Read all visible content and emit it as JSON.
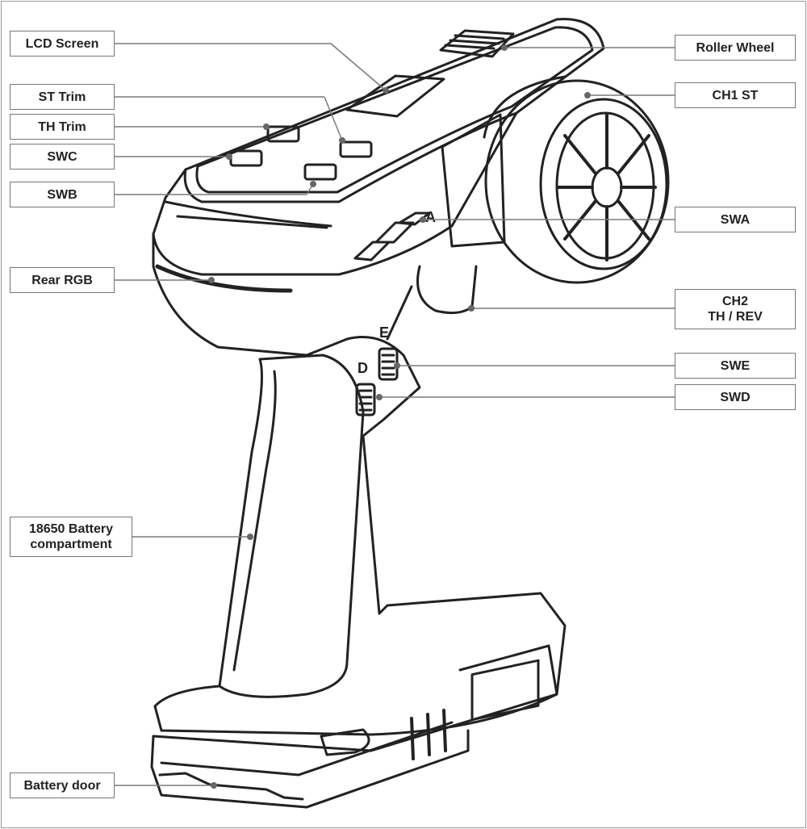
{
  "figure": {
    "callouts": [
      {
        "id": "lcd-screen",
        "text": "LCD Screen"
      },
      {
        "id": "st-trim",
        "text": "ST Trim"
      },
      {
        "id": "th-trim",
        "text": "TH Trim"
      },
      {
        "id": "swc",
        "text": "SWC"
      },
      {
        "id": "swb",
        "text": "SWB"
      },
      {
        "id": "rear-rgb",
        "text": "Rear RGB"
      },
      {
        "id": "battery-compartment",
        "text": "18650 Battery\ncompartment"
      },
      {
        "id": "battery-door",
        "text": "Battery door"
      },
      {
        "id": "roller-wheel",
        "text": "Roller Wheel"
      },
      {
        "id": "ch1-st",
        "text": "CH1 ST"
      },
      {
        "id": "swa",
        "text": "SWA"
      },
      {
        "id": "ch2-th-rev",
        "text": "CH2\nTH / REV"
      },
      {
        "id": "swe",
        "text": "SWE"
      },
      {
        "id": "swd",
        "text": "SWD"
      }
    ],
    "switch_letters": {
      "a": "A",
      "d": "D",
      "e": "E"
    },
    "colors": {
      "line": "#222222",
      "leader": "#7a7a7a",
      "box_border": "#777777"
    }
  }
}
